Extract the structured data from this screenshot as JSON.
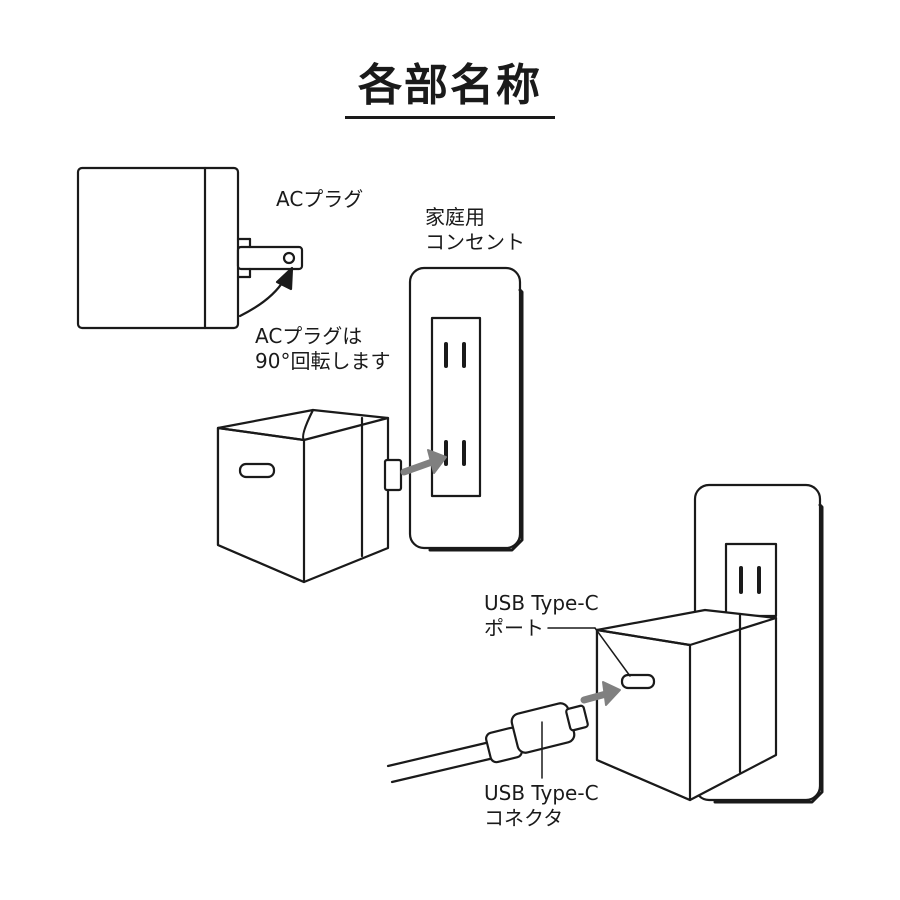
{
  "title": "各部名称",
  "labels": {
    "ac_plug": "ACプラグ",
    "outlet_line1": "家庭用",
    "outlet_line2": "コンセント",
    "rotate_line1": "ACプラグは",
    "rotate_line2": "90°回転します",
    "port_line1": "USB Type-C",
    "port_line2": "ポート",
    "connector_line1": "USB Type-C",
    "connector_line2": "コネクタ"
  },
  "colors": {
    "line": "#1a1a1a",
    "arrow": "#808080",
    "background": "#ffffff"
  }
}
